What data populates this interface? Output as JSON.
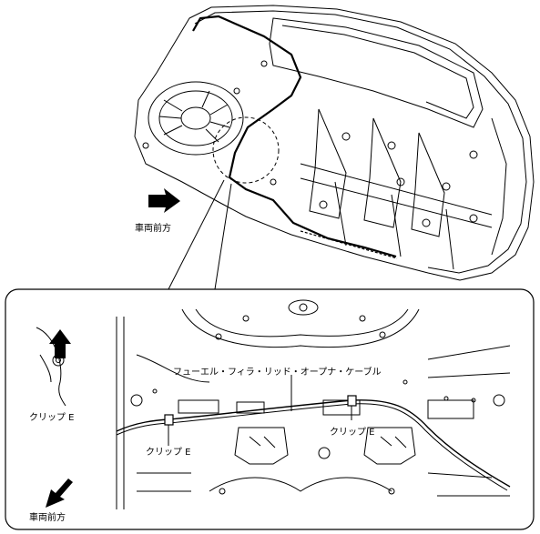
{
  "top_view": {
    "direction_label": "車両前方"
  },
  "detail_view": {
    "cable_label": "フューエル・フィラ・リッド・オープナ・ケーブル",
    "clip_left_label": "クリップ E",
    "clip_right_label": "クリップ E",
    "inset_clip_label": "クリップ E",
    "direction_label": "車両前方"
  }
}
